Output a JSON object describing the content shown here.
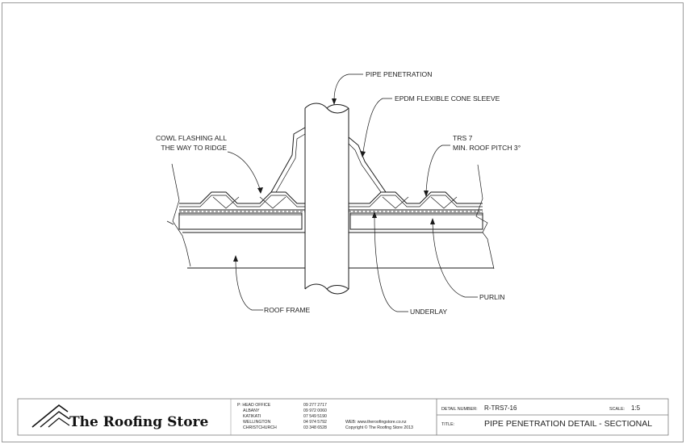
{
  "drawing": {
    "labels": {
      "pipe_penetration": "PIPE PENETRATION",
      "epdm_sleeve": "EPDM FLEXIBLE CONE SLEEVE",
      "cowl_line1": "COWL FLASHING ALL",
      "cowl_line2": "THE WAY TO RIDGE",
      "trs_line1": "TRS 7",
      "trs_line2": "MIN. ROOF PITCH 3°",
      "roof_frame": "ROOF FRAME",
      "underlay": "UNDERLAY",
      "purlin": "PURLIN"
    }
  },
  "title_block": {
    "brand": "The Roofing Store",
    "offices": [
      {
        "name": "P: HEAD OFFICE",
        "phone": "09 277 2717"
      },
      {
        "name": "ALBANY",
        "phone": "09 972 0060"
      },
      {
        "name": "KATIKATI",
        "phone": "07 549 5190"
      },
      {
        "name": "WELLINGTON",
        "phone": "04 974 5792"
      },
      {
        "name": "CHRISTCHURCH",
        "phone": "03 348 6528"
      }
    ],
    "web": "WEB: www.theroofingstore.co.nz",
    "copyright": "Copyright © The Roofing Store 2013",
    "detail_number_label": "DETAIL NUMBER:",
    "detail_number": "R-TRS7-16",
    "scale_label": "SCALE:",
    "scale": "1:5",
    "title_label": "TITLE:",
    "title": "PIPE PENETRATION DETAIL - SECTIONAL"
  }
}
